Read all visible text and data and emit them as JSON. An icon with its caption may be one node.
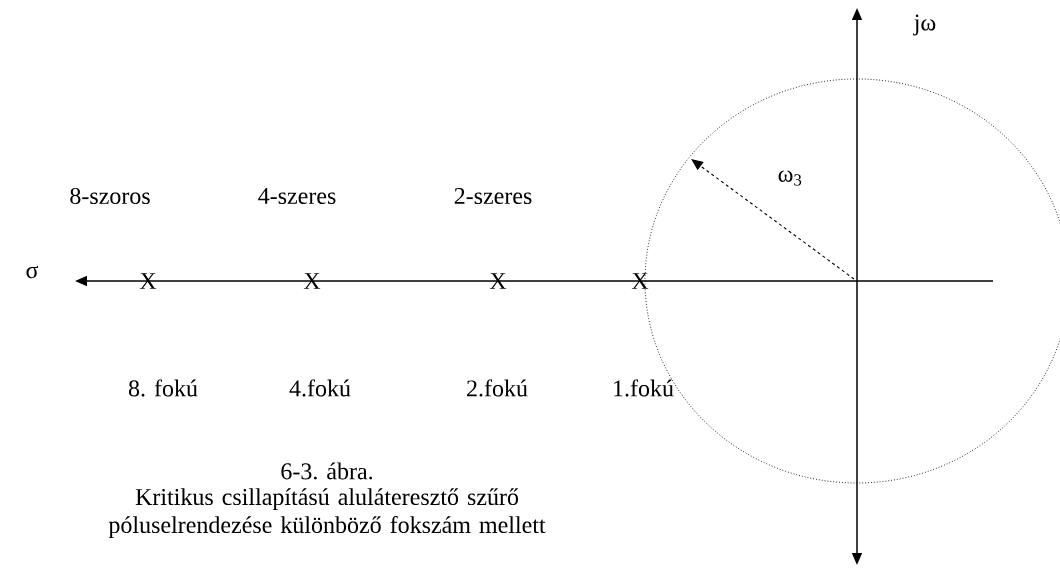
{
  "diagram": {
    "caption": "Kritikus csillapítású aluláteresztő szűrő póluselrendezése különböző fokszám mellett",
    "labels": [
      "jω",
      "ω$_{3}$",
      "8-szoros",
      "4-szeres",
      "2-szeres",
      "σ",
      "X",
      "X",
      "X",
      "X",
      "8. fokú",
      "4.fokú",
      "2.fokú",
      "1.fokú",
      "6-3. ábra."
    ]
  }
}
